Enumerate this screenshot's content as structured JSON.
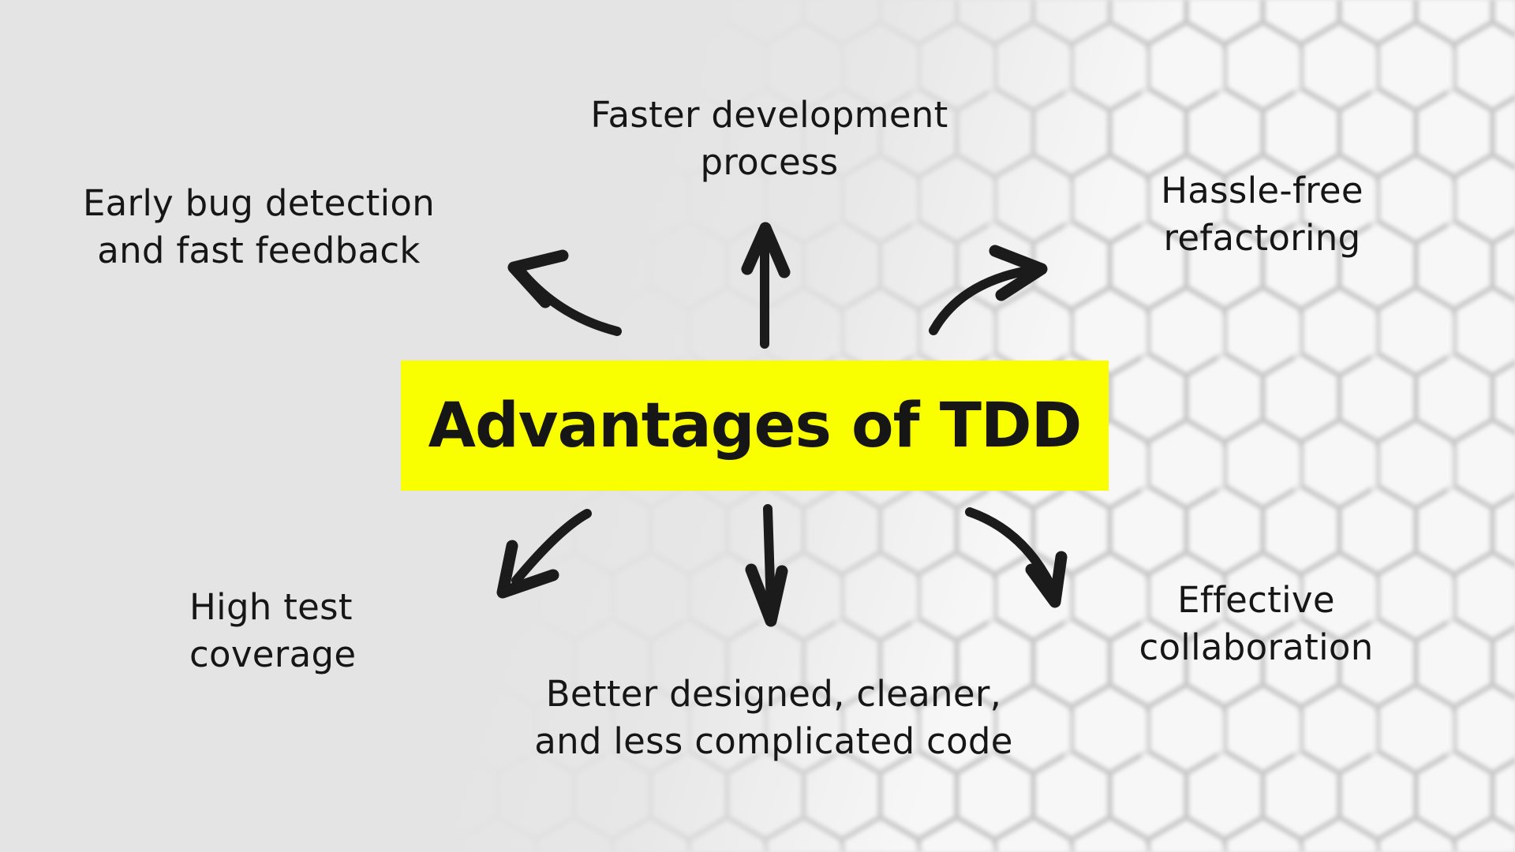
{
  "diagram": {
    "type": "mind-map",
    "center": {
      "label": "Advantages of TDD"
    },
    "branches": [
      {
        "label": "Faster development\nprocess",
        "position": "top-center",
        "arrow": "straight-up"
      },
      {
        "label": "Early bug detection\nand fast feedback",
        "position": "top-left",
        "arrow": "curved-up-left"
      },
      {
        "label": "Hassle-free\nrefactoring",
        "position": "top-right",
        "arrow": "curved-up-right"
      },
      {
        "label": "High test\ncoverage",
        "position": "bottom-left",
        "arrow": "curved-down-left"
      },
      {
        "label": "Better designed, cleaner,\nand less complicated code",
        "position": "bottom-center",
        "arrow": "straight-down"
      },
      {
        "label": "Effective\ncollaboration",
        "position": "bottom-right",
        "arrow": "curved-down-right"
      }
    ]
  },
  "colors": {
    "canvas_background": "#e4e4e4",
    "highlight": "#faff00",
    "text": "#161616",
    "arrow": "#1b1b1b",
    "hexagon_fill": "#f7f7f7",
    "hexagon_shadow": "#b2b2b2"
  }
}
